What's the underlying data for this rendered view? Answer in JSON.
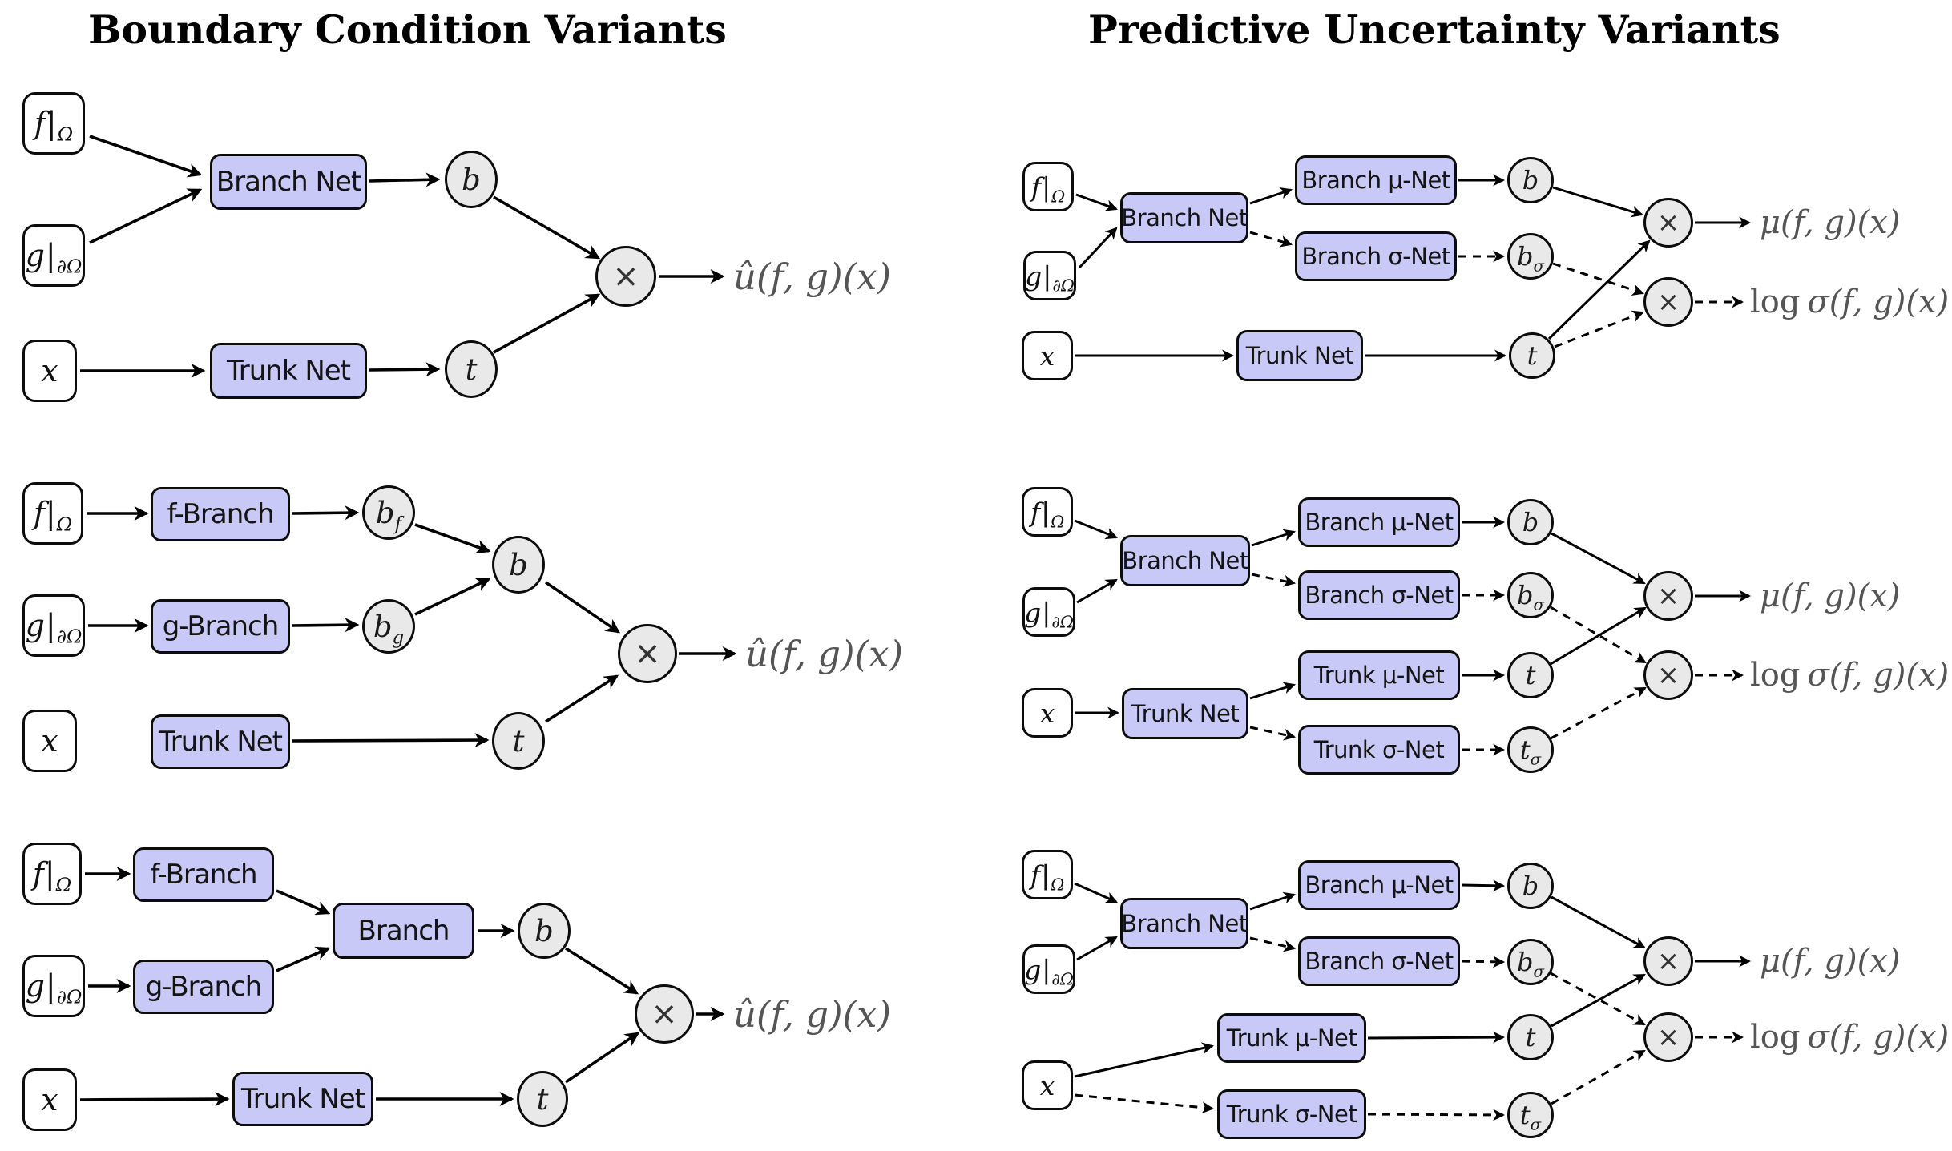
{
  "page": {
    "background": "#ffffff"
  },
  "titles": {
    "left": "Boundary Condition Variants",
    "right": "Predictive Uncertainty Variants"
  },
  "colors": {
    "page_bg": "#ffffff",
    "box_fill": "#c9c9f7",
    "circle_fill": "#e9e9e9",
    "input_fill": "#ffffff",
    "stroke": "#0c0c0c",
    "edge": "#000000",
    "output_text": "#555555",
    "title_text": "#000000"
  },
  "labels": {
    "f_restrict": {
      "main": "f",
      "bar": "|",
      "sub": "Ω"
    },
    "g_restrict": {
      "main": "g",
      "bar": "|",
      "sub": "∂Ω"
    },
    "x": "x",
    "branch_net": "Branch Net",
    "trunk_net": "Trunk Net",
    "f_branch": "f-Branch",
    "g_branch": "g-Branch",
    "branch": "Branch",
    "branch_mu": "Branch μ-Net",
    "branch_sigma": "Branch σ-Net",
    "trunk_mu": "Trunk μ-Net",
    "trunk_sigma": "Trunk σ-Net",
    "b": "b",
    "t": "t",
    "b_f": {
      "main": "b",
      "sub": "f"
    },
    "b_g": {
      "main": "b",
      "sub": "g"
    },
    "b_sigma": {
      "main": "b",
      "sub": "σ"
    },
    "t_sigma": {
      "main": "t",
      "sub": "σ"
    },
    "times": "×",
    "u_hat_out": "û(f, g)(x)",
    "mu_out": "μ(f, g)(x)",
    "log_sigma_out": {
      "pre": "log",
      "main": "σ(f, g)(x)"
    }
  },
  "diagrams": {
    "boundary_condition": [
      {
        "name": "shared-branch",
        "nodes": [
          "f|Ω",
          "g|∂Ω",
          "x",
          "Branch Net",
          "Trunk Net",
          "b",
          "t",
          "×",
          "û(f, g)(x)"
        ],
        "edges": [
          {
            "from": "f|Ω",
            "to": "Branch Net",
            "style": "solid"
          },
          {
            "from": "g|∂Ω",
            "to": "Branch Net",
            "style": "solid"
          },
          {
            "from": "Branch Net",
            "to": "b",
            "style": "solid"
          },
          {
            "from": "x",
            "to": "Trunk Net",
            "style": "solid"
          },
          {
            "from": "Trunk Net",
            "to": "t",
            "style": "solid"
          },
          {
            "from": "b",
            "to": "×",
            "style": "solid"
          },
          {
            "from": "t",
            "to": "×",
            "style": "solid"
          },
          {
            "from": "×",
            "to": "û(f, g)(x)",
            "style": "solid"
          }
        ]
      },
      {
        "name": "split-branch-sum",
        "nodes": [
          "f|Ω",
          "g|∂Ω",
          "x",
          "f-Branch",
          "g-Branch",
          "Trunk Net",
          "b_f",
          "b_g",
          "b",
          "t",
          "×",
          "û(f, g)(x)"
        ],
        "edges": [
          {
            "from": "f|Ω",
            "to": "f-Branch",
            "style": "solid"
          },
          {
            "from": "f-Branch",
            "to": "b_f",
            "style": "solid"
          },
          {
            "from": "g|∂Ω",
            "to": "g-Branch",
            "style": "solid"
          },
          {
            "from": "g-Branch",
            "to": "b_g",
            "style": "solid"
          },
          {
            "from": "b_f",
            "to": "b",
            "style": "solid"
          },
          {
            "from": "b_g",
            "to": "b",
            "style": "solid"
          },
          {
            "from": "x",
            "to": "Trunk Net",
            "style": "solid"
          },
          {
            "from": "Trunk Net",
            "to": "t",
            "style": "solid"
          },
          {
            "from": "b",
            "to": "×",
            "style": "solid"
          },
          {
            "from": "t",
            "to": "×",
            "style": "solid"
          },
          {
            "from": "×",
            "to": "û(f, g)(x)",
            "style": "solid"
          }
        ]
      },
      {
        "name": "split-branch-merge-net",
        "nodes": [
          "f|Ω",
          "g|∂Ω",
          "x",
          "f-Branch",
          "g-Branch",
          "Branch",
          "Trunk Net",
          "b",
          "t",
          "×",
          "û(f, g)(x)"
        ],
        "edges": [
          {
            "from": "f|Ω",
            "to": "f-Branch",
            "style": "solid"
          },
          {
            "from": "g|∂Ω",
            "to": "g-Branch",
            "style": "solid"
          },
          {
            "from": "f-Branch",
            "to": "Branch",
            "style": "solid"
          },
          {
            "from": "g-Branch",
            "to": "Branch",
            "style": "solid"
          },
          {
            "from": "Branch",
            "to": "b",
            "style": "solid"
          },
          {
            "from": "x",
            "to": "Trunk Net",
            "style": "solid"
          },
          {
            "from": "Trunk Net",
            "to": "t",
            "style": "solid"
          },
          {
            "from": "b",
            "to": "×",
            "style": "solid"
          },
          {
            "from": "t",
            "to": "×",
            "style": "solid"
          },
          {
            "from": "×",
            "to": "û(f, g)(x)",
            "style": "solid"
          }
        ]
      }
    ],
    "predictive_uncertainty": [
      {
        "name": "branch-heads-shared-trunk",
        "nodes": [
          "f|Ω",
          "g|∂Ω",
          "x",
          "Branch Net",
          "Branch μ-Net",
          "Branch σ-Net",
          "Trunk Net",
          "b",
          "b_σ",
          "t",
          "×μ",
          "×σ",
          "μ(f, g)(x)",
          "log σ(f, g)(x)"
        ],
        "edges": [
          {
            "from": "f|Ω",
            "to": "Branch Net",
            "style": "solid"
          },
          {
            "from": "g|∂Ω",
            "to": "Branch Net",
            "style": "solid"
          },
          {
            "from": "Branch Net",
            "to": "Branch μ-Net",
            "style": "solid"
          },
          {
            "from": "Branch Net",
            "to": "Branch σ-Net",
            "style": "dashed"
          },
          {
            "from": "Branch μ-Net",
            "to": "b",
            "style": "solid"
          },
          {
            "from": "Branch σ-Net",
            "to": "b_σ",
            "style": "dashed"
          },
          {
            "from": "x",
            "to": "Trunk Net",
            "style": "solid"
          },
          {
            "from": "Trunk Net",
            "to": "t",
            "style": "solid"
          },
          {
            "from": "b",
            "to": "×μ",
            "style": "solid"
          },
          {
            "from": "t",
            "to": "×μ",
            "style": "solid"
          },
          {
            "from": "b_σ",
            "to": "×σ",
            "style": "dashed"
          },
          {
            "from": "t",
            "to": "×σ",
            "style": "dashed"
          },
          {
            "from": "×μ",
            "to": "μ(f, g)(x)",
            "style": "solid"
          },
          {
            "from": "×σ",
            "to": "log σ(f, g)(x)",
            "style": "dashed"
          }
        ]
      },
      {
        "name": "branch-and-trunk-heads-shared",
        "nodes": [
          "f|Ω",
          "g|∂Ω",
          "x",
          "Branch Net",
          "Branch μ-Net",
          "Branch σ-Net",
          "Trunk Net",
          "Trunk μ-Net",
          "Trunk σ-Net",
          "b",
          "b_σ",
          "t",
          "t_σ",
          "×μ",
          "×σ",
          "μ(f, g)(x)",
          "log σ(f, g)(x)"
        ],
        "edges": [
          {
            "from": "f|Ω",
            "to": "Branch Net",
            "style": "solid"
          },
          {
            "from": "g|∂Ω",
            "to": "Branch Net",
            "style": "solid"
          },
          {
            "from": "Branch Net",
            "to": "Branch μ-Net",
            "style": "solid"
          },
          {
            "from": "Branch Net",
            "to": "Branch σ-Net",
            "style": "dashed"
          },
          {
            "from": "Branch μ-Net",
            "to": "b",
            "style": "solid"
          },
          {
            "from": "Branch σ-Net",
            "to": "b_σ",
            "style": "dashed"
          },
          {
            "from": "x",
            "to": "Trunk Net",
            "style": "solid"
          },
          {
            "from": "Trunk Net",
            "to": "Trunk μ-Net",
            "style": "solid"
          },
          {
            "from": "Trunk Net",
            "to": "Trunk σ-Net",
            "style": "dashed"
          },
          {
            "from": "Trunk μ-Net",
            "to": "t",
            "style": "solid"
          },
          {
            "from": "Trunk σ-Net",
            "to": "t_σ",
            "style": "dashed"
          },
          {
            "from": "b",
            "to": "×μ",
            "style": "solid"
          },
          {
            "from": "t",
            "to": "×μ",
            "style": "solid"
          },
          {
            "from": "b_σ",
            "to": "×σ",
            "style": "dashed"
          },
          {
            "from": "t_σ",
            "to": "×σ",
            "style": "dashed"
          },
          {
            "from": "×μ",
            "to": "μ(f, g)(x)",
            "style": "solid"
          },
          {
            "from": "×σ",
            "to": "log σ(f, g)(x)",
            "style": "dashed"
          }
        ]
      },
      {
        "name": "branch-heads-separate-trunks",
        "nodes": [
          "f|Ω",
          "g|∂Ω",
          "x",
          "Branch Net",
          "Branch μ-Net",
          "Branch σ-Net",
          "Trunk μ-Net",
          "Trunk σ-Net",
          "b",
          "b_σ",
          "t",
          "t_σ",
          "×μ",
          "×σ",
          "μ(f, g)(x)",
          "log σ(f, g)(x)"
        ],
        "edges": [
          {
            "from": "f|Ω",
            "to": "Branch Net",
            "style": "solid"
          },
          {
            "from": "g|∂Ω",
            "to": "Branch Net",
            "style": "solid"
          },
          {
            "from": "Branch Net",
            "to": "Branch μ-Net",
            "style": "solid"
          },
          {
            "from": "Branch Net",
            "to": "Branch σ-Net",
            "style": "dashed"
          },
          {
            "from": "Branch μ-Net",
            "to": "b",
            "style": "solid"
          },
          {
            "from": "Branch σ-Net",
            "to": "b_σ",
            "style": "dashed"
          },
          {
            "from": "x",
            "to": "Trunk μ-Net",
            "style": "solid"
          },
          {
            "from": "x",
            "to": "Trunk σ-Net",
            "style": "dashed"
          },
          {
            "from": "Trunk μ-Net",
            "to": "t",
            "style": "solid"
          },
          {
            "from": "Trunk σ-Net",
            "to": "t_σ",
            "style": "dashed"
          },
          {
            "from": "b",
            "to": "×μ",
            "style": "solid"
          },
          {
            "from": "t",
            "to": "×μ",
            "style": "solid"
          },
          {
            "from": "b_σ",
            "to": "×σ",
            "style": "dashed"
          },
          {
            "from": "t_σ",
            "to": "×σ",
            "style": "dashed"
          },
          {
            "from": "×μ",
            "to": "μ(f, g)(x)",
            "style": "solid"
          },
          {
            "from": "×σ",
            "to": "log σ(f, g)(x)",
            "style": "dashed"
          }
        ]
      }
    ]
  }
}
